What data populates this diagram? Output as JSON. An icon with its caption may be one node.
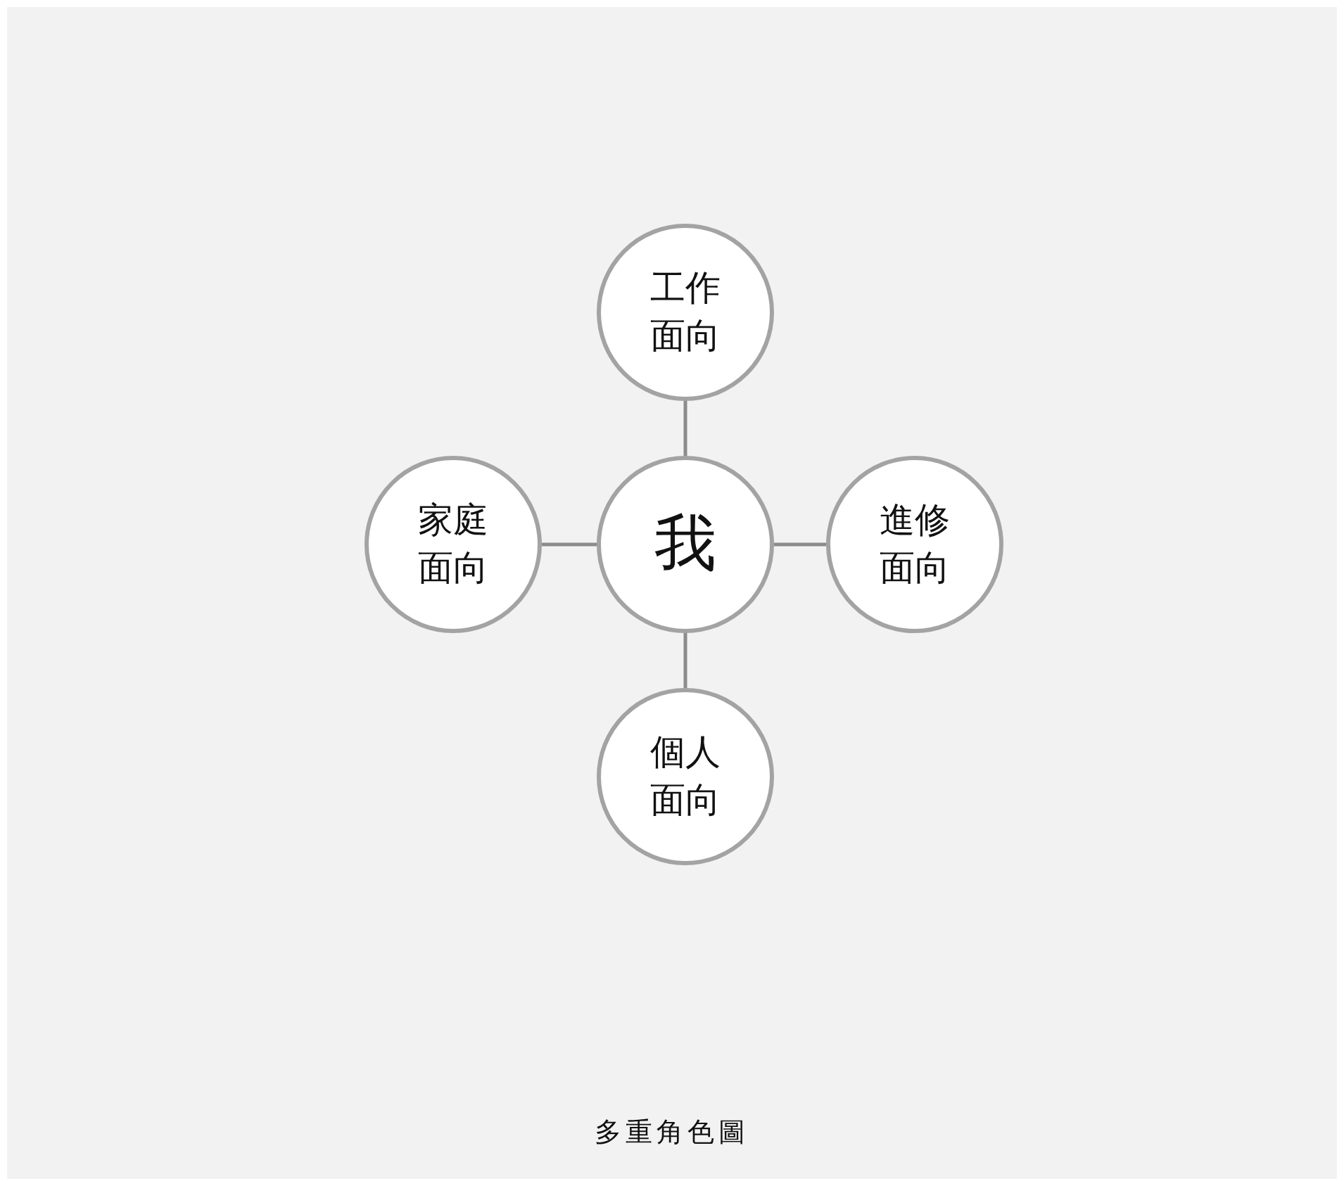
{
  "diagram": {
    "caption": "多重角色圖",
    "nodes": [
      {
        "text": [
          "工作面向"
        ]
      },
      {
        "text": [
          "家庭面向"
        ]
      },
      {
        "text": [
          "我"
        ]
      },
      {
        "text": [
          "進修面向"
        ]
      },
      {
        "text": [
          "個人面向"
        ]
      }
    ],
    "edges": [
      {
        "from": 2,
        "to": 0,
        "arrow": "none"
      },
      {
        "from": 2,
        "to": 1,
        "arrow": "none"
      },
      {
        "from": 2,
        "to": 3,
        "arrow": "none"
      },
      {
        "from": 2,
        "to": 4,
        "arrow": "none"
      }
    ]
  }
}
